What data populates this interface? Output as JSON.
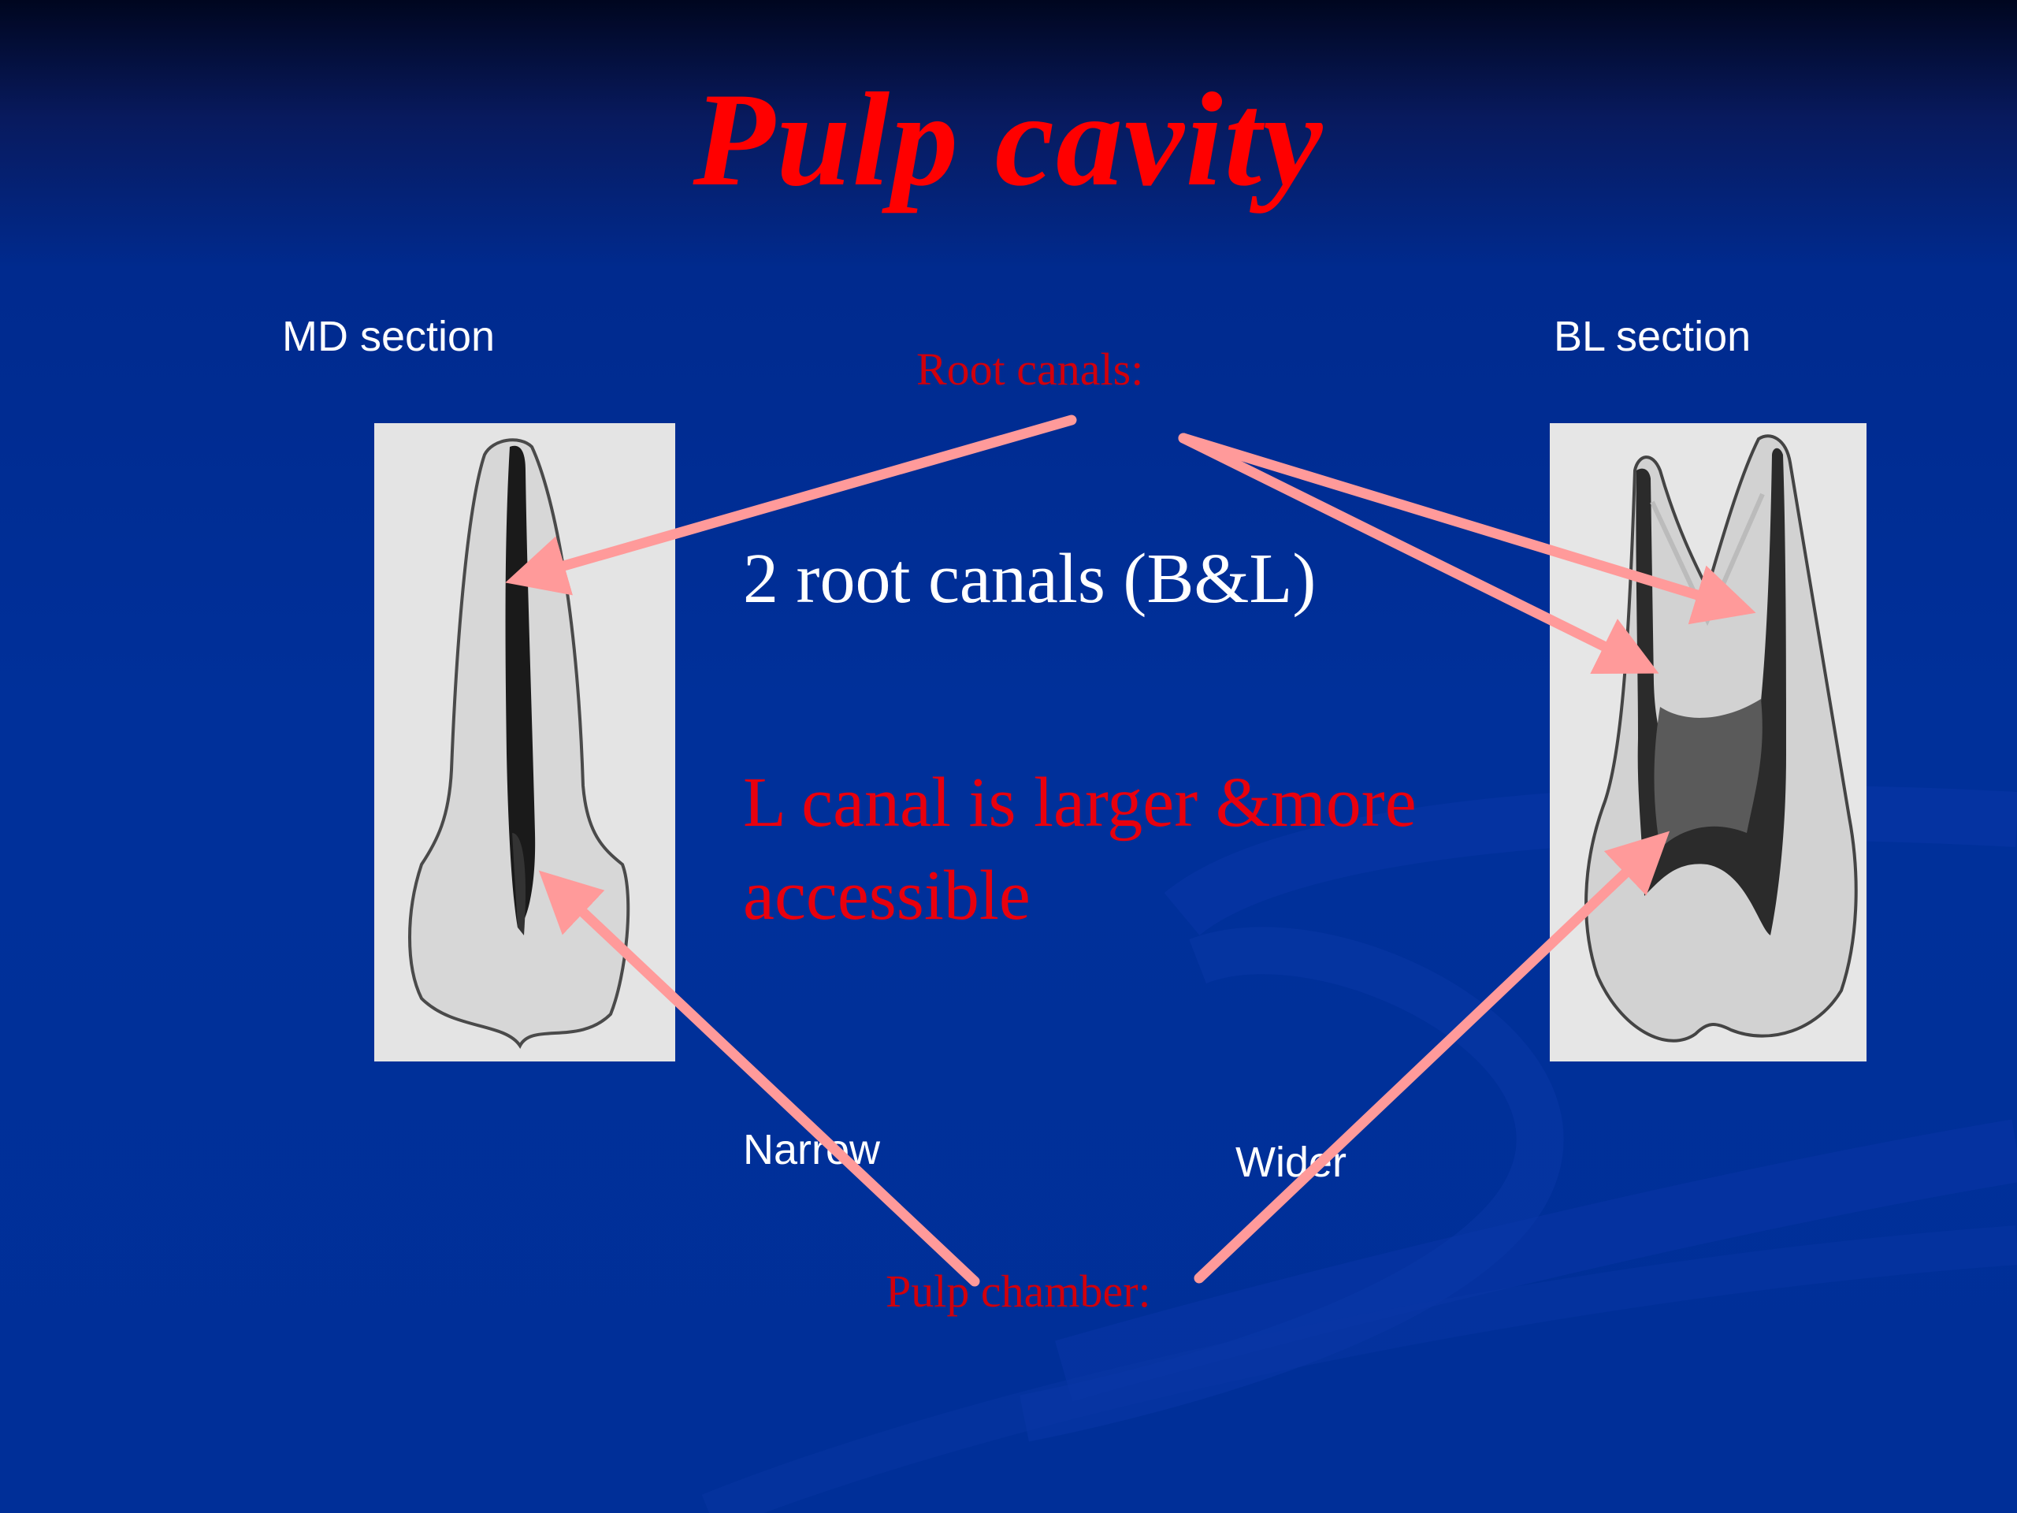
{
  "slide": {
    "title": "Pulp cavity",
    "md_label": "MD section",
    "bl_label": "BL section",
    "root_canals_label": "Root canals:",
    "statement_canals": "2 root canals (B&L)",
    "statement_l_line1": "L canal is larger &more",
    "statement_l_line2": "accessible",
    "narrow_label": "Narrow",
    "wider_label": "Wider",
    "pulp_chamber_label": "Pulp chamber:"
  },
  "colors": {
    "title": "#ff0000",
    "red_text": "#e8000d",
    "white_text": "#ffffff",
    "arrow": "#ff9a9a"
  }
}
